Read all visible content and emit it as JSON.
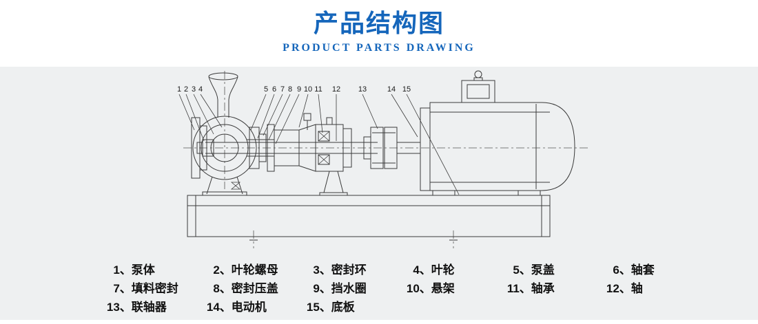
{
  "header": {
    "title": "产品结构图",
    "subtitle": "PRODUCT PARTS DRAWING"
  },
  "colors": {
    "accent": "#1566bb",
    "panel_bg": "#eef0f1",
    "line": "#3a3a3a",
    "text": "#111111"
  },
  "diagram": {
    "description": "pump-and-motor-section-drawing",
    "callouts": [
      "1",
      "2",
      "3",
      "4",
      "5",
      "6",
      "7",
      "8",
      "9",
      "10",
      "11",
      "12",
      "13",
      "14",
      "15"
    ]
  },
  "legend": {
    "items": [
      {
        "num": "1、",
        "label": "泵体"
      },
      {
        "num": "2、",
        "label": "叶轮螺母"
      },
      {
        "num": "3、",
        "label": "密封环"
      },
      {
        "num": "4、",
        "label": "叶轮"
      },
      {
        "num": "5、",
        "label": "泵盖"
      },
      {
        "num": "6、",
        "label": "轴套"
      },
      {
        "num": "7、",
        "label": "填料密封"
      },
      {
        "num": "8、",
        "label": "密封压盖"
      },
      {
        "num": "9、",
        "label": "挡水圈"
      },
      {
        "num": "10、",
        "label": "悬架"
      },
      {
        "num": "11、",
        "label": "轴承"
      },
      {
        "num": "12、",
        "label": "轴"
      },
      {
        "num": "13、",
        "label": "联轴器"
      },
      {
        "num": "14、",
        "label": "电动机"
      },
      {
        "num": "15、",
        "label": "底板"
      }
    ]
  }
}
